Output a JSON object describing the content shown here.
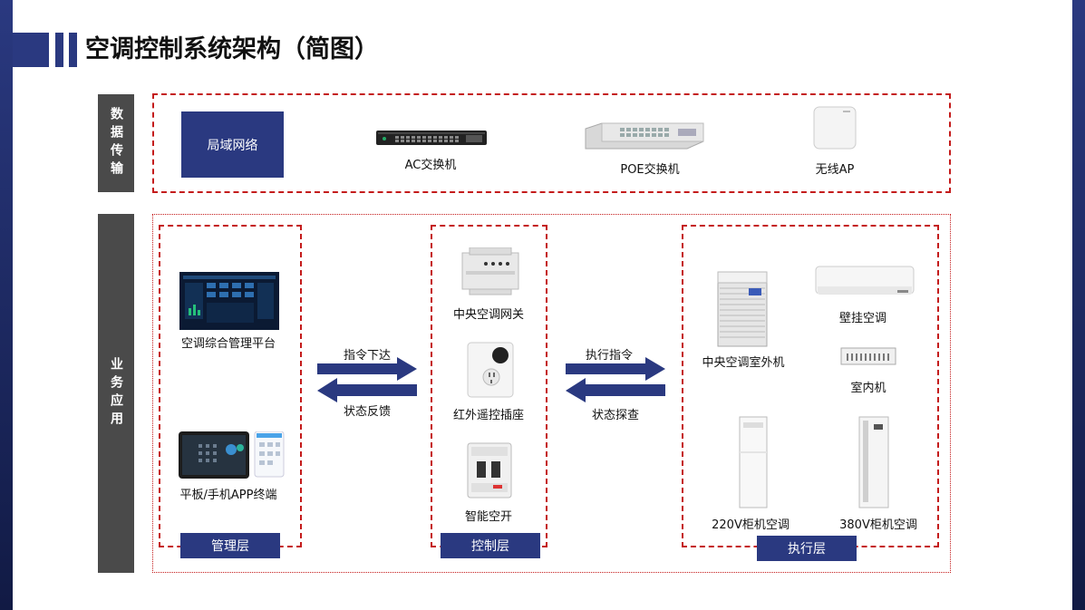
{
  "title": "空调控制系统架构（简图）",
  "sections": {
    "data_transfer": "数据传输",
    "business_app": "业务应用"
  },
  "network": {
    "lan": "局域网络",
    "ac_switch": "AC交换机",
    "poe_switch": "POE交换机",
    "wireless_ap": "无线AP"
  },
  "management": {
    "platform": "空调综合管理平台",
    "terminal": "平板/手机APP终端",
    "layer": "管理层"
  },
  "control": {
    "gateway": "中央空调网关",
    "ir_socket": "红外遥控插座",
    "breaker": "智能空开",
    "layer": "控制层"
  },
  "execution": {
    "outdoor_unit": "中央空调室外机",
    "wall_ac": "壁挂空调",
    "indoor_unit": "室内机",
    "cabinet_220": "220V柜机空调",
    "cabinet_380": "380V柜机空调",
    "layer": "执行层"
  },
  "flows": {
    "cmd_down": "指令下达",
    "status_back": "状态反馈",
    "exec_cmd": "执行指令",
    "status_probe": "状态探查"
  },
  "colors": {
    "navy": "#2a3980",
    "red": "#c41b1b",
    "gray": "#4a4a4a"
  }
}
